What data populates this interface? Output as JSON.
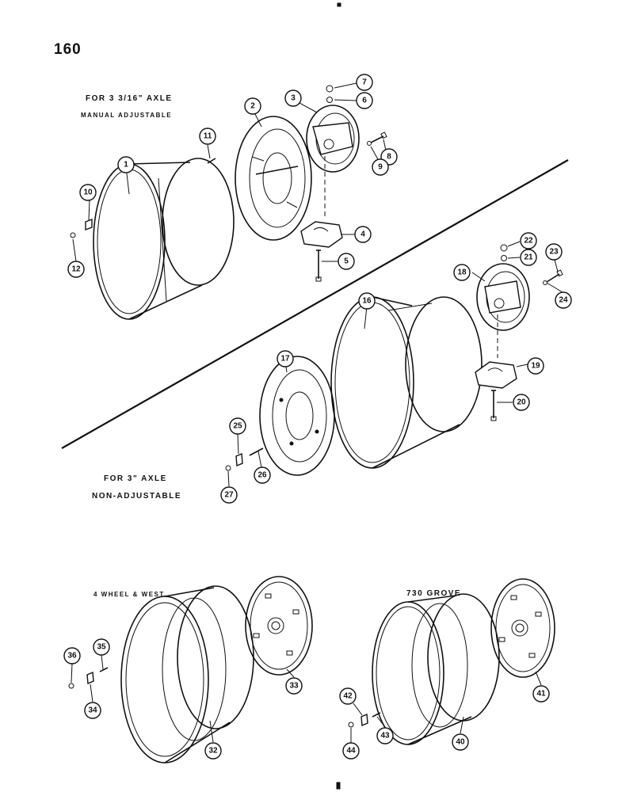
{
  "page_number": "160",
  "captions": {
    "axle_316": "FOR 3 3/16\" AXLE",
    "manual_adjustable": "MANUAL ADJUSTABLE",
    "axle_3": "FOR 3\" AXLE",
    "non_adjustable": "NON-ADJUSTABLE",
    "four_wheel_west": "4 WHEEL & WEST.",
    "grove_730": "730 GROVE"
  },
  "callouts": [
    "1",
    "2",
    "3",
    "4",
    "5",
    "6",
    "7",
    "8",
    "9",
    "10",
    "11",
    "12",
    "16",
    "17",
    "18",
    "19",
    "20",
    "21",
    "22",
    "23",
    "24",
    "25",
    "26",
    "27",
    "32",
    "33",
    "34",
    "35",
    "36",
    "40",
    "41",
    "42",
    "43",
    "44"
  ]
}
